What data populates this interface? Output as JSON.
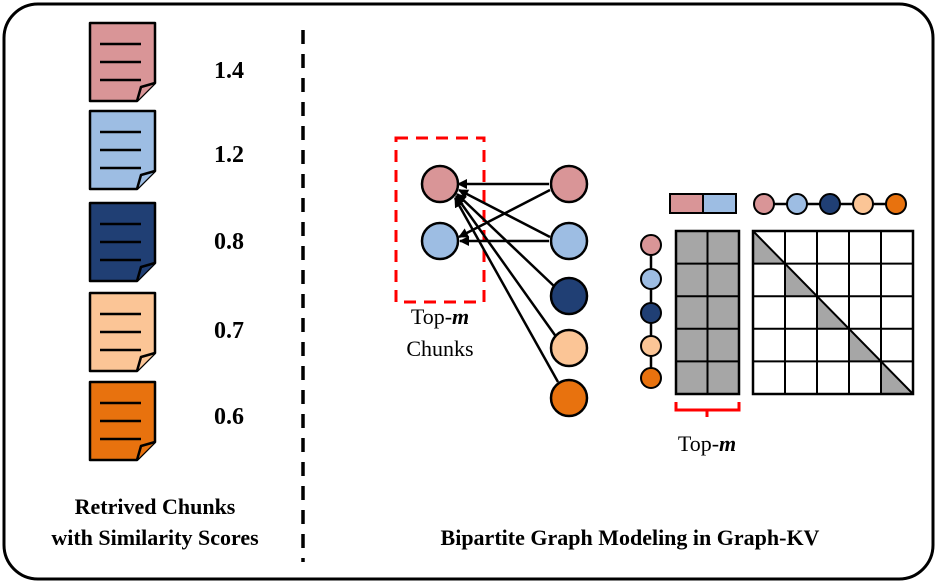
{
  "colors": {
    "chunk1": "#d99597",
    "chunk2": "#9dbde3",
    "chunk3": "#203f74",
    "chunk4": "#fbc596",
    "chunk5": "#e8720e",
    "red": "#ff0000",
    "grid_fill": "#a6a6a6"
  },
  "left_panel": {
    "chunks": [
      {
        "score": "1.4",
        "color": "#d99597"
      },
      {
        "score": "1.2",
        "color": "#9dbde3"
      },
      {
        "score": "0.8",
        "color": "#203f74"
      },
      {
        "score": "0.7",
        "color": "#fbc596"
      },
      {
        "score": "0.6",
        "color": "#e8720e"
      }
    ],
    "caption_line1": "Retrived Chunks",
    "caption_line2": "with Similarity Scores"
  },
  "right_panel": {
    "topm_label_prefix": "Top-",
    "topm_label_italic": "m",
    "chunks_label": "Chunks",
    "bottom_topm_prefix": "Top-",
    "bottom_topm_italic": "m",
    "caption": "Bipartite Graph Modeling in Graph-KV"
  }
}
